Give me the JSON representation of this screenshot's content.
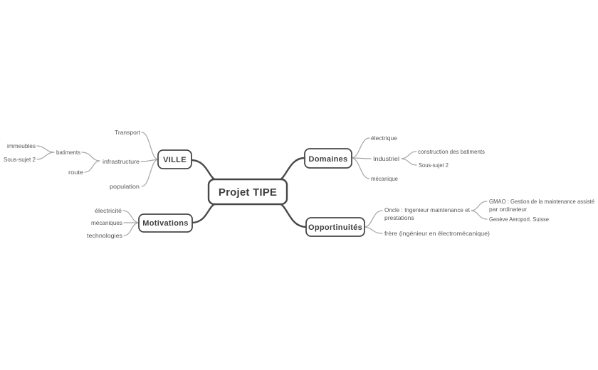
{
  "map": {
    "root": {
      "label": "Projet TIPE"
    },
    "branches": {
      "ville": {
        "label": "VILLE",
        "children": {
          "transport": {
            "label": "Transport"
          },
          "infrastructure": {
            "label": "infrastructure",
            "children": {
              "batiments": {
                "label": "batiments",
                "children": {
                  "immeubles": {
                    "label": "immeubles"
                  },
                  "sous_sujet_2": {
                    "label": "Sous-sujet 2"
                  }
                }
              },
              "route": {
                "label": "route"
              }
            }
          },
          "population": {
            "label": "population"
          }
        }
      },
      "motivations": {
        "label": "Motivations",
        "children": {
          "electricite": {
            "label": "électricité"
          },
          "mecaniques": {
            "label": "mécaniques"
          },
          "technologies": {
            "label": "technologies"
          }
        }
      },
      "domaines": {
        "label": "Domaines",
        "children": {
          "electrique": {
            "label": "électrique"
          },
          "industriel": {
            "label": "Industriel",
            "children": {
              "construction": {
                "label": "construction des batiments"
              },
              "sous_sujet_2": {
                "label": "Sous-sujet 2"
              }
            }
          },
          "mecanique": {
            "label": "mécanique"
          }
        }
      },
      "opportinuites": {
        "label": "Opportinuités",
        "children": {
          "oncle": {
            "line1": "Oncle : Ingenieur maintenance et",
            "line2": "prestations",
            "children": {
              "gmao": {
                "line1": "GMAO : Gestion de la maintenance assisté",
                "line2": "par ordinateur"
              },
              "geneve": {
                "label": "Genève Aeroport. Suisse"
              }
            }
          },
          "frere": {
            "label": "frère (ingénieur en électromécanique)"
          }
        }
      }
    },
    "colors": {
      "background": "#ffffff",
      "branch_main": "#4a4a4a",
      "branch_light": "#a6a6a6",
      "node_border": "#474747",
      "node_fill": "#ffffff",
      "node_text": "#3f3f3f",
      "leaf_text": "#575757"
    }
  }
}
